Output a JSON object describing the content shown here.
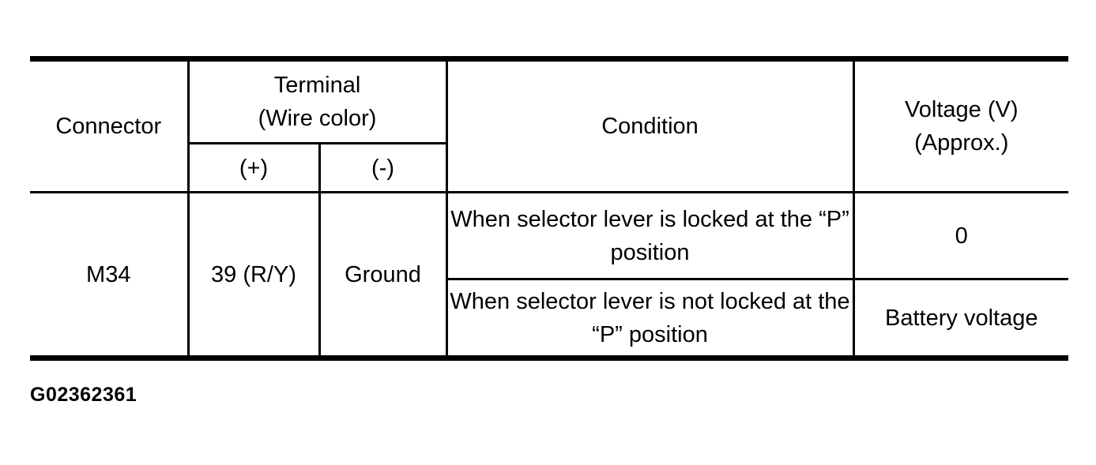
{
  "figure_id": "G02362361",
  "table": {
    "headers": {
      "connector": "Connector",
      "terminal_line1": "Terminal",
      "terminal_line2": "(Wire color)",
      "plus": "(+)",
      "minus": "(-)",
      "condition": "Condition",
      "voltage_line1": "Voltage (V)",
      "voltage_line2": "(Approx.)"
    },
    "row": {
      "connector": "M34",
      "terminal_plus": "39 (R/Y)",
      "terminal_minus": "Ground",
      "conditions": [
        {
          "condition": "When selector lever is locked at the “P” position",
          "voltage": "0"
        },
        {
          "condition": "When selector lever is not locked at the “P” position",
          "voltage": "Battery voltage"
        }
      ]
    }
  },
  "colors": {
    "line": "#000000",
    "background": "#ffffff",
    "text": "#000000"
  }
}
